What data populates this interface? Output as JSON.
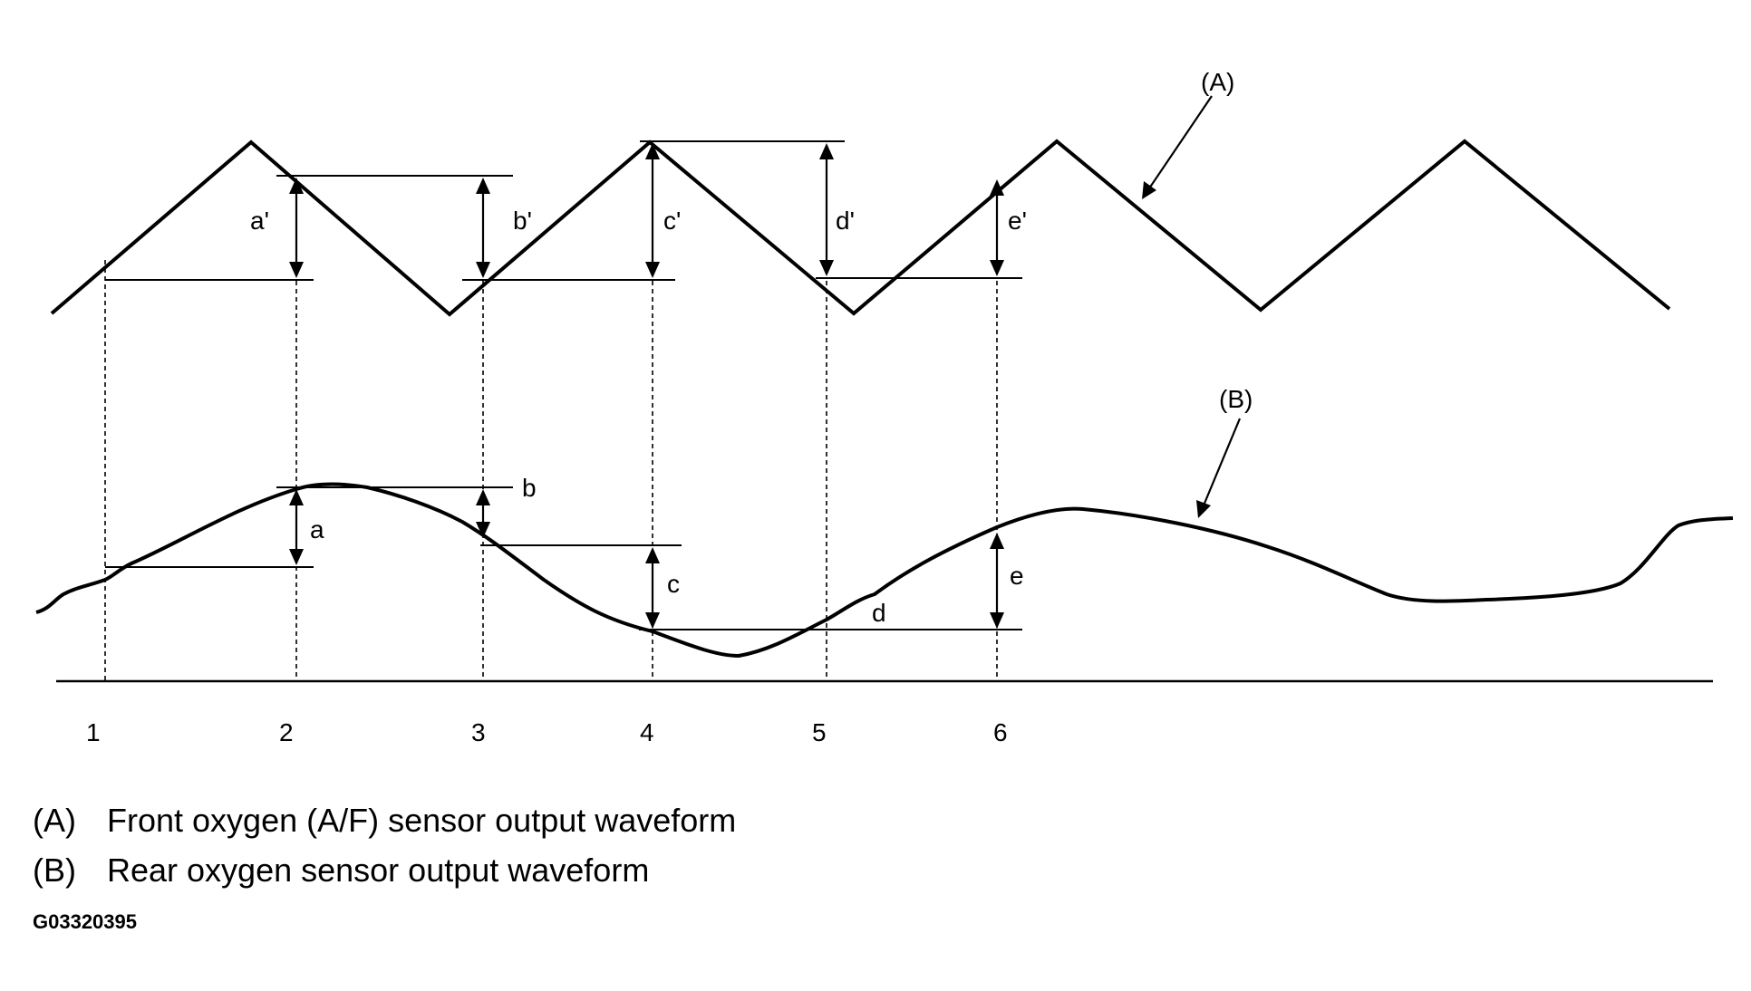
{
  "waveform_labels": {
    "front": "(A)",
    "rear": "(B)"
  },
  "time_points": [
    "1",
    "2",
    "3",
    "4",
    "5",
    "6"
  ],
  "front_dimensions": [
    "a'",
    "b'",
    "c'",
    "d'",
    "e'"
  ],
  "rear_dimensions": [
    "a",
    "b",
    "c",
    "d",
    "e"
  ],
  "legend": [
    {
      "key": "(A)",
      "text": "Front oxygen (A/F) sensor output waveform"
    },
    {
      "key": "(B)",
      "text": "Rear oxygen sensor output waveform"
    }
  ],
  "figure_code": "G03320395"
}
